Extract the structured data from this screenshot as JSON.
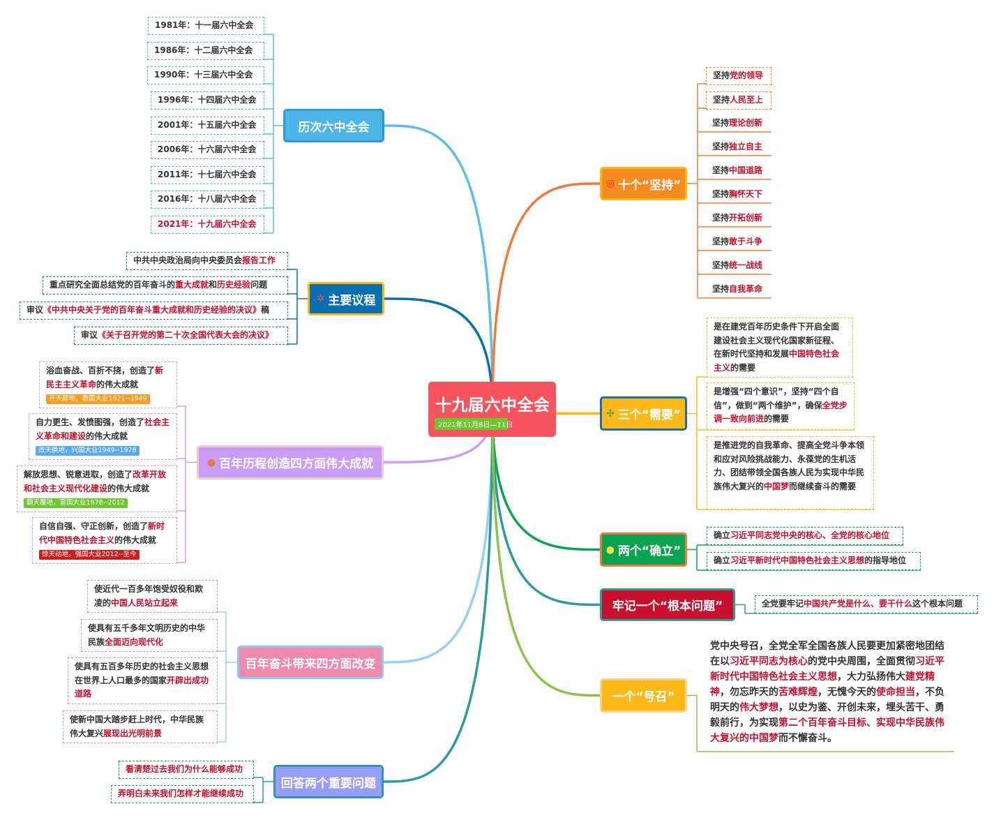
{
  "center": {
    "title": "十九届六中全会",
    "date": "2021年11月8日—11日"
  },
  "branches": [
    {
      "label": "历次六中全会",
      "color": "#4cb6e8",
      "children": [
        {
          "segs": [
            {
              "t": "1981年：十一届六中全会",
              "h": false
            }
          ]
        },
        {
          "segs": [
            {
              "t": "1986年：十二届六中全会",
              "h": false
            }
          ]
        },
        {
          "segs": [
            {
              "t": "1990年：十三届六中全会",
              "h": false
            }
          ]
        },
        {
          "segs": [
            {
              "t": "1996年：十四届六中全会",
              "h": false
            }
          ]
        },
        {
          "segs": [
            {
              "t": "2001年：十五届六中全会",
              "h": false
            }
          ]
        },
        {
          "segs": [
            {
              "t": "2006年：十六届六中全会",
              "h": false
            }
          ]
        },
        {
          "segs": [
            {
              "t": "2011年：十七届六中全会",
              "h": false
            }
          ]
        },
        {
          "segs": [
            {
              "t": "2016年：十八届六中全会",
              "h": false
            }
          ]
        },
        {
          "segs": [
            {
              "t": "2021年：十九届六中全会",
              "h": true
            }
          ]
        }
      ]
    },
    {
      "label": "主要议程",
      "icon": "network-icon",
      "color": "#0a6fb0",
      "children": [
        {
          "segs": [
            {
              "t": "中共中央政治局向中央委员会",
              "h": false
            },
            {
              "t": "报告工作",
              "h": true
            }
          ]
        },
        {
          "segs": [
            {
              "t": "重点研究全面总结党的百年奋斗的",
              "h": false
            },
            {
              "t": "重大成就",
              "h": true
            },
            {
              "t": "和",
              "h": false
            },
            {
              "t": "历史经验",
              "h": true
            },
            {
              "t": "问题",
              "h": false
            }
          ]
        },
        {
          "segs": [
            {
              "t": "审议",
              "h": false
            },
            {
              "t": "《中共中央关于党的百年奋斗重大成就和历史经验的决议》",
              "h": true
            },
            {
              "t": "稿",
              "h": false
            }
          ]
        },
        {
          "segs": [
            {
              "t": "审议",
              "h": false
            },
            {
              "t": "《关于召开党的第二十次全国代表大会的决议》",
              "h": true
            }
          ]
        }
      ]
    },
    {
      "label": "百年历程创造四方面伟大成就",
      "icon": "balloon-icon",
      "color": "#c99cf7",
      "children": [
        {
          "segs": [
            {
              "t": "浴血奋战、百折不挠，创造了",
              "h": false
            },
            {
              "t": "新民主主义革命",
              "h": true
            },
            {
              "t": "的伟大成就",
              "h": false
            }
          ],
          "tag": "开天辟地，救国大业1921--1949",
          "tag_color": "#fb9c1c"
        },
        {
          "segs": [
            {
              "t": "自力更生、发愤图强，创造了",
              "h": false
            },
            {
              "t": "社会主义革命和建设",
              "h": true
            },
            {
              "t": "的伟大成就",
              "h": false
            }
          ],
          "tag": "改天换地，兴国大业1949--1978",
          "tag_color": "#5aa9f5"
        },
        {
          "segs": [
            {
              "t": "解放思想、锐意进取，创造了",
              "h": false
            },
            {
              "t": "改革开放和社会主义现代化建设",
              "h": true
            },
            {
              "t": "的伟大成就",
              "h": false
            }
          ],
          "tag": "翻天覆地，富国大业1978--2012",
          "tag_color": "#6dc72e"
        },
        {
          "segs": [
            {
              "t": "自信自强、守正创新，创造了",
              "h": false
            },
            {
              "t": "新时代中国特色社会主义",
              "h": true
            },
            {
              "t": "的伟大成就",
              "h": false
            }
          ],
          "tag": "惊天动地，强国大业2012--至今",
          "tag_color": "#c8201e"
        }
      ]
    },
    {
      "label": "百年奋斗带来四方面改变",
      "color": "#f088ab",
      "children": [
        {
          "segs": [
            {
              "t": "使近代一百多年饱受奴役和欺凌的",
              "h": false
            },
            {
              "t": "中国人民站立起来",
              "h": true
            }
          ]
        },
        {
          "segs": [
            {
              "t": "使具有五千多年文明历史的中华民族",
              "h": false
            },
            {
              "t": "全面迈向现代化",
              "h": true
            }
          ]
        },
        {
          "segs": [
            {
              "t": "使具有五百多年历史的社会主义思想在世界上人口最多的国家",
              "h": false
            },
            {
              "t": "开辟出成功道路",
              "h": true
            }
          ]
        },
        {
          "segs": [
            {
              "t": "使新中国大踏步赶上时代，中华民族伟大复兴",
              "h": false
            },
            {
              "t": "展现出光明前景",
              "h": true
            }
          ]
        }
      ]
    },
    {
      "label": "回答两个重要问题",
      "color": "#9a9cfb",
      "children": [
        {
          "segs": [
            {
              "t": "看清楚过去我们为什么能够成功",
              "h": true
            }
          ]
        },
        {
          "segs": [
            {
              "t": "弄明白未来我们怎样才能继续成功",
              "h": true
            }
          ]
        }
      ]
    },
    {
      "label": "十个“坚持”",
      "icon": "target-icon",
      "color": "#f58a1f",
      "children": [
        {
          "segs": [
            {
              "t": "坚持",
              "h": false
            },
            {
              "t": "党的领导",
              "h": true
            }
          ]
        },
        {
          "segs": [
            {
              "t": "坚持",
              "h": false
            },
            {
              "t": "人民至上",
              "h": true
            }
          ]
        },
        {
          "segs": [
            {
              "t": "坚持",
              "h": false
            },
            {
              "t": "理论创新",
              "h": true
            }
          ]
        },
        {
          "segs": [
            {
              "t": "坚持",
              "h": false
            },
            {
              "t": "独立自主",
              "h": true
            }
          ]
        },
        {
          "segs": [
            {
              "t": "坚持",
              "h": false
            },
            {
              "t": "中国道路",
              "h": true
            }
          ]
        },
        {
          "segs": [
            {
              "t": "坚持",
              "h": false
            },
            {
              "t": "胸怀天下",
              "h": true
            }
          ]
        },
        {
          "segs": [
            {
              "t": "坚持",
              "h": false
            },
            {
              "t": "开拓创新",
              "h": true
            }
          ]
        },
        {
          "segs": [
            {
              "t": "坚持",
              "h": false
            },
            {
              "t": "敢于斗争",
              "h": true
            }
          ]
        },
        {
          "segs": [
            {
              "t": "坚持",
              "h": false
            },
            {
              "t": "统一战线",
              "h": true
            }
          ]
        },
        {
          "segs": [
            {
              "t": "坚持",
              "h": false
            },
            {
              "t": "自我革命",
              "h": true
            }
          ]
        }
      ]
    },
    {
      "label": "三个“需要”",
      "icon": "grid-icon",
      "color": "#fbb917",
      "children": [
        {
          "segs": [
            {
              "t": "是在建党百年历史条件下开启全面建设社会主义现代化国家新征程、在新时代坚持和发展",
              "h": false
            },
            {
              "t": "中国特色社会主义",
              "h": true
            },
            {
              "t": "的需要",
              "h": false
            }
          ]
        },
        {
          "segs": [
            {
              "t": "是增强“四个意识”，坚持“四个自信”，做到“两个维护”，确保",
              "h": false
            },
            {
              "t": "全党步调一致向前进",
              "h": true
            },
            {
              "t": "的需要",
              "h": false
            }
          ]
        },
        {
          "segs": [
            {
              "t": "是推进党的自我革命、提高全党斗争本领和应对风险挑战能力、永葆党的生机活力、团结带领全国各族人民为实现中华民族伟大复兴的",
              "h": false
            },
            {
              "t": "中国梦",
              "h": true
            },
            {
              "t": "而继续奋斗的需要",
              "h": false
            }
          ]
        }
      ]
    },
    {
      "label": "两个“确立”",
      "icon": "magnifier-icon",
      "color": "#0aa34f",
      "children": [
        {
          "segs": [
            {
              "t": "确立",
              "h": false
            },
            {
              "t": "习近平同志党中央的核心、全党的核心地位",
              "h": true
            }
          ]
        },
        {
          "segs": [
            {
              "t": "确立",
              "h": false
            },
            {
              "t": "习近平新时代中国特色社会主义思想",
              "h": true
            },
            {
              "t": "的指导地位",
              "h": false
            }
          ]
        }
      ]
    },
    {
      "label": "牢记一个“根本问题”",
      "color": "#c8102e",
      "children": [
        {
          "segs": [
            {
              "t": "全党要牢记",
              "h": false
            },
            {
              "t": "中国共产党是什么、要干什么",
              "h": true
            },
            {
              "t": "这个根本问题",
              "h": false
            }
          ]
        }
      ]
    },
    {
      "label": "一个“号召”",
      "color": "#fbb917",
      "children": [
        {
          "segs": [
            {
              "t": "党中央号召，全党全军全国各族人民要更加紧密地团结在以",
              "h": false
            },
            {
              "t": "习近平同志为核心",
              "h": true
            },
            {
              "t": "的党中央周围，全面贯彻",
              "h": false
            },
            {
              "t": "习近平新时代中国特色社会主义思想",
              "h": true
            },
            {
              "t": "，大力弘扬伟大",
              "h": false
            },
            {
              "t": "建党精神",
              "h": true
            },
            {
              "t": "，勿忘昨天的",
              "h": false
            },
            {
              "t": "苦难辉煌",
              "h": true
            },
            {
              "t": "，无愧今天的",
              "h": false
            },
            {
              "t": "使命担当",
              "h": true
            },
            {
              "t": "，不负明天的",
              "h": false
            },
            {
              "t": "伟大梦想",
              "h": true
            },
            {
              "t": "，以史为鉴、开创未来，埋头苦干、勇毅前行，为实现",
              "h": false
            },
            {
              "t": "第二个百年奋斗目标、实现中华民族伟大复兴的中国梦",
              "h": true
            },
            {
              "t": "而不懈奋斗。",
              "h": false
            }
          ]
        }
      ]
    }
  ]
}
